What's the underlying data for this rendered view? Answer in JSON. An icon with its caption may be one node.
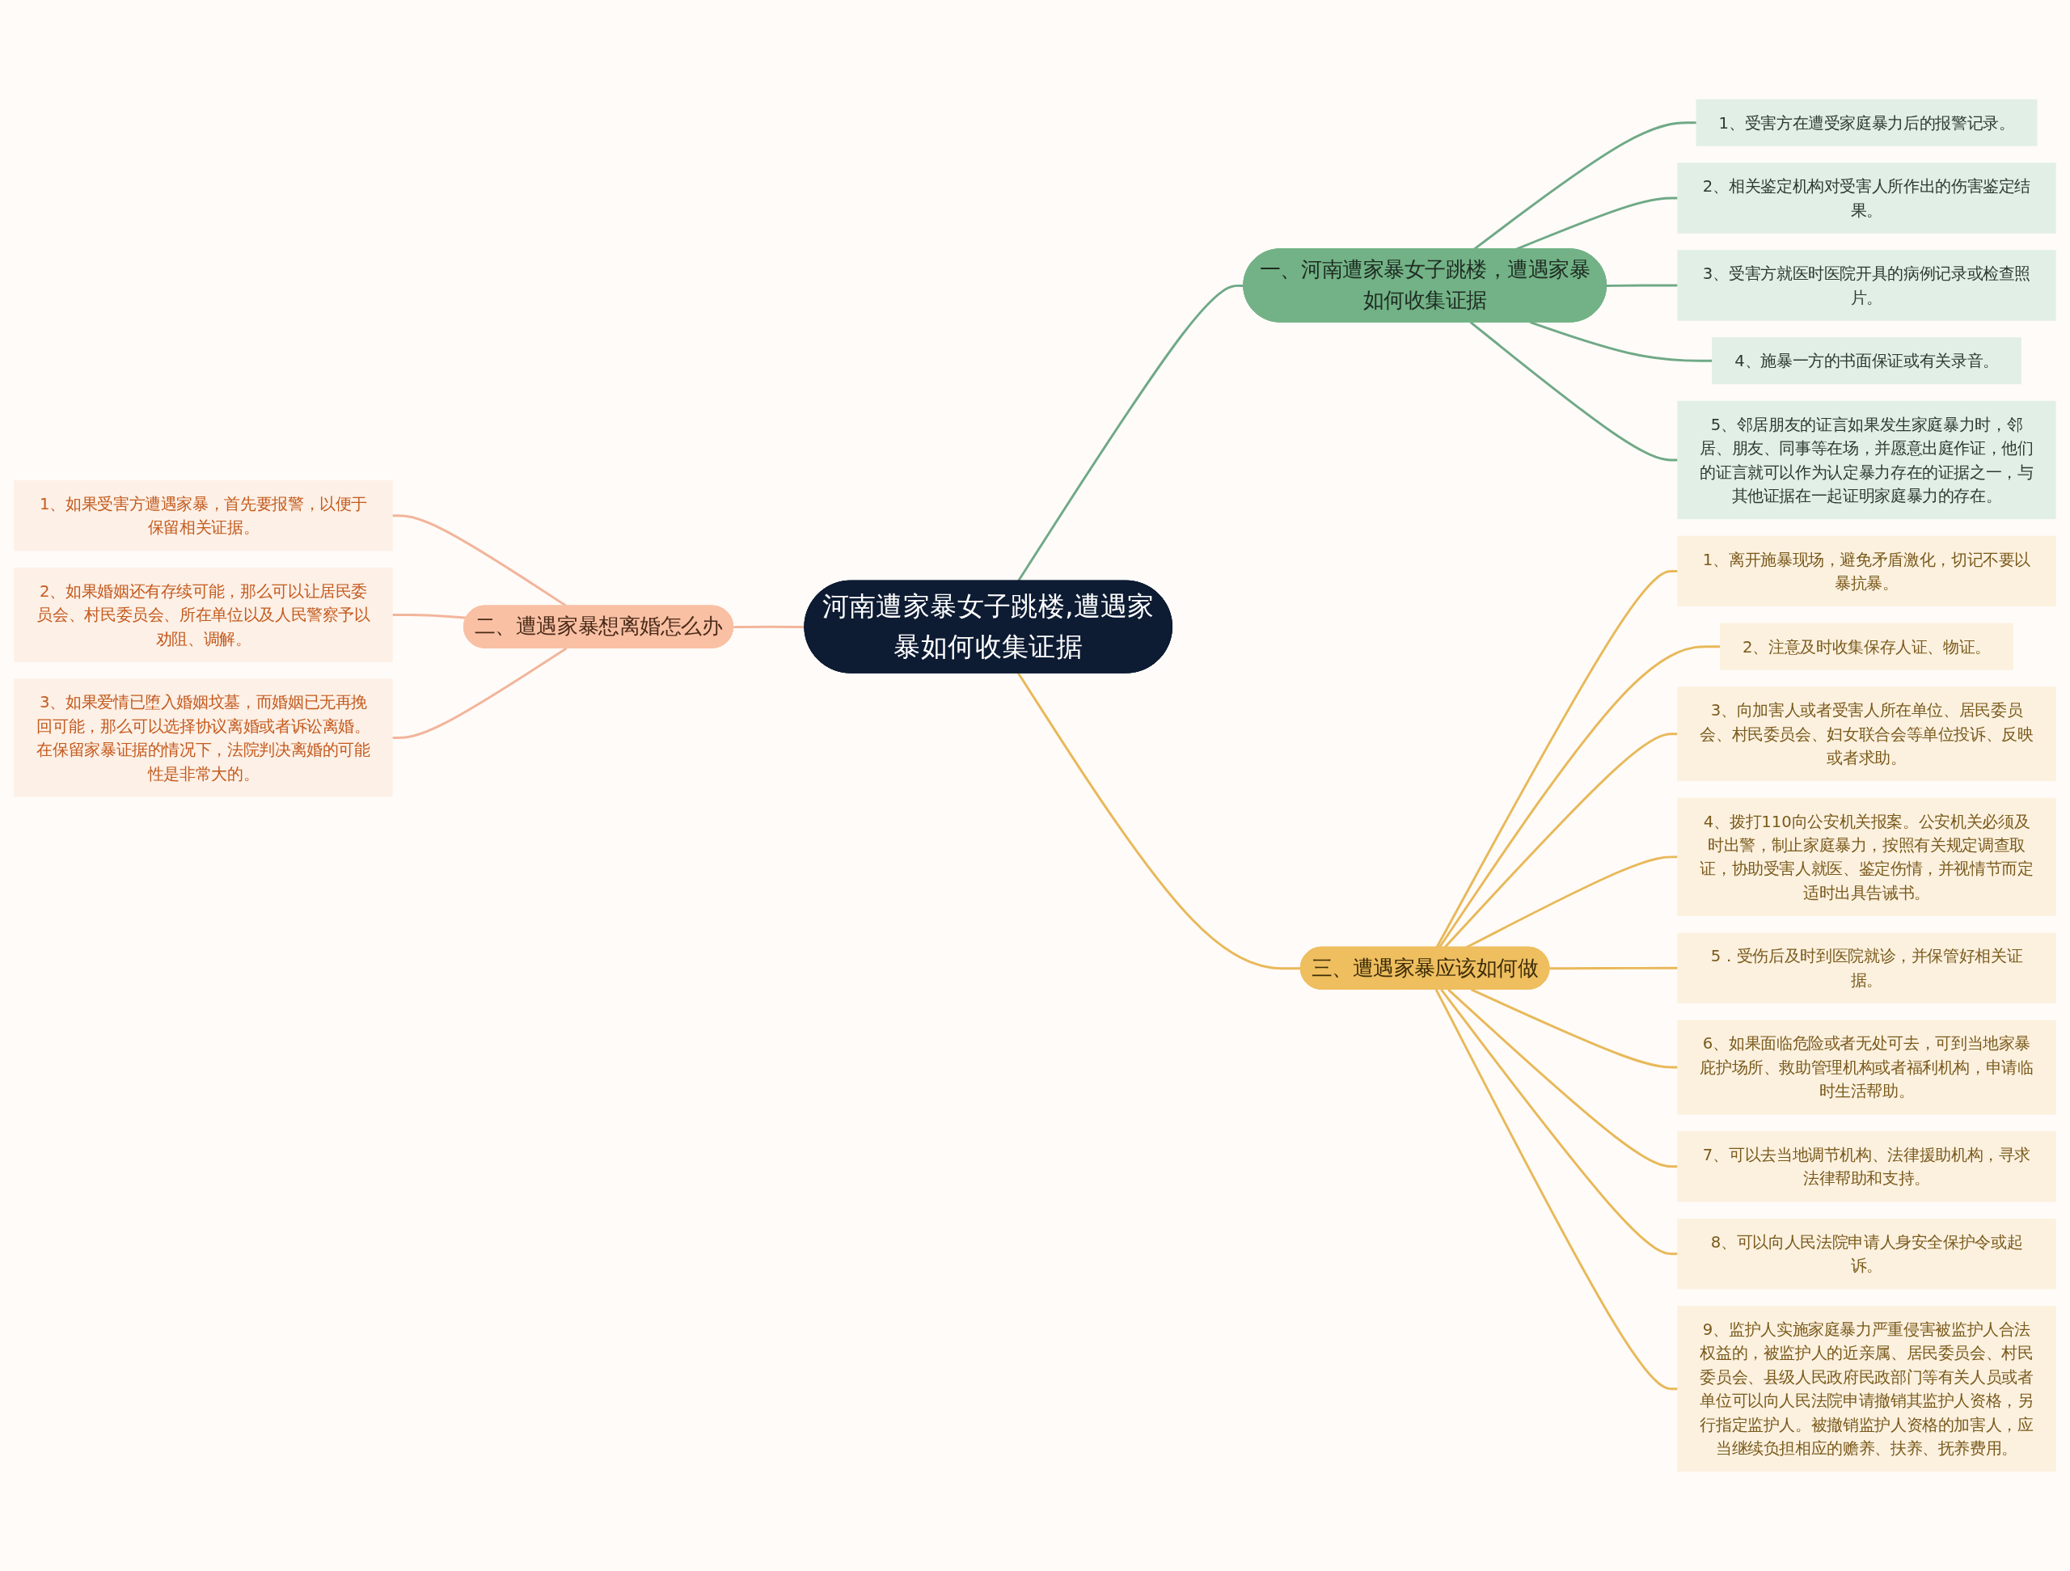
{
  "diagram": {
    "nodes": [
      {
        "text": [
          "河南遭家暴女子跳楼,遭遇家暴如何收集证据"
        ]
      },
      {
        "text": [
          "一、河南遭家暴女子跳楼，遭遇家暴如何收集证据"
        ]
      },
      {
        "text": [
          "1、受害方在遭受家庭暴力后的报警记录。"
        ]
      },
      {
        "text": [
          "2、相关鉴定机构对受害人所作出的伤害鉴定结果。"
        ]
      },
      {
        "text": [
          "3、受害方就医时医院开具的病例记录或检查照片。"
        ]
      },
      {
        "text": [
          "4、施暴一方的书面保证或有关录音。"
        ]
      },
      {
        "text": [
          "5、邻居朋友的证言如果发生家庭暴力时，邻居、朋友、同事等在场，并愿意出庭作证，他们的证言就可以作为认定暴力存在的证据之一，与其他证据在一起证明家庭暴力的存在。"
        ]
      },
      {
        "text": [
          "二、遭遇家暴想离婚怎么办"
        ]
      },
      {
        "text": [
          "1、如果受害方遭遇家暴，首先要报警，以便于保留相关证据。"
        ]
      },
      {
        "text": [
          "2、如果婚姻还有存续可能，那么可以让居民委员会、村民委员会、所在单位以及人民警察予以劝阻、调解。"
        ]
      },
      {
        "text": [
          "3、如果爱情已堕入婚姻坟墓，而婚姻已无再挽回可能，那么可以选择协议离婚或者诉讼离婚。在保留家暴证据的情况下，法院判决离婚的可能性是非常大的。"
        ]
      },
      {
        "text": [
          "三、遭遇家暴应该如何做"
        ]
      },
      {
        "text": [
          "1、离开施暴现场，避免矛盾激化，切记不要以暴抗暴。"
        ]
      },
      {
        "text": [
          "2、注意及时收集保存人证、物证。"
        ]
      },
      {
        "text": [
          "3、向加害人或者受害人所在单位、居民委员会、村民委员会、妇女联合会等单位投诉、反映或者求助。"
        ]
      },
      {
        "text": [
          "4、拨打110向公安机关报案。公安机关必须及时出警，制止家庭暴力，按照有关规定调查取证，协助受害人就医、鉴定伤情，并视情节而定适时出具告诫书。"
        ]
      },
      {
        "text": [
          "5．受伤后及时到医院就诊，并保管好相关证据。"
        ]
      },
      {
        "text": [
          "6、如果面临危险或者无处可去，可到当地家暴庇护场所、救助管理机构或者福利机构，申请临时生活帮助。"
        ]
      },
      {
        "text": [
          "7、可以去当地调节机构、法律援助机构，寻求法律帮助和支持。"
        ]
      },
      {
        "text": [
          "8、可以向人民法院申请人身安全保护令或起诉。"
        ]
      },
      {
        "text": [
          "9、监护人实施家庭暴力严重侵害被监护人合法权益的，被监护人的近亲属、居民委员会、村民委员会、县级人民政府民政部门等有关人员或者单位可以向人民法院申请撤销其监护人资格，另行指定监护人。被撤销监护人资格的加害人，应当继续负担相应的赡养、扶养、抚养费用。"
        ]
      }
    ],
    "edges": [
      {
        "from": 0,
        "to": 1,
        "arrow": "none",
        "color": "#6fa987"
      },
      {
        "from": 1,
        "to": 2,
        "arrow": "none",
        "color": "#6fa987"
      },
      {
        "from": 1,
        "to": 3,
        "arrow": "none",
        "color": "#6fa987"
      },
      {
        "from": 1,
        "to": 4,
        "arrow": "none",
        "color": "#6fa987"
      },
      {
        "from": 1,
        "to": 5,
        "arrow": "none",
        "color": "#6fa987"
      },
      {
        "from": 1,
        "to": 6,
        "arrow": "none",
        "color": "#6fa987"
      },
      {
        "from": 0,
        "to": 7,
        "arrow": "none",
        "color": "#f2b59b"
      },
      {
        "from": 7,
        "to": 8,
        "arrow": "none",
        "color": "#f2b59b"
      },
      {
        "from": 7,
        "to": 9,
        "arrow": "none",
        "color": "#f2b59b"
      },
      {
        "from": 7,
        "to": 10,
        "arrow": "none",
        "color": "#f2b59b"
      },
      {
        "from": 0,
        "to": 11,
        "arrow": "none"
      },
      {
        "from": 11,
        "to": 12,
        "arrow": "none"
      },
      {
        "from": 11,
        "to": 13,
        "arrow": "none"
      },
      {
        "from": 11,
        "to": 14,
        "arrow": "none"
      },
      {
        "from": 11,
        "to": 15,
        "arrow": "none"
      },
      {
        "from": 11,
        "to": 16,
        "arrow": "none"
      },
      {
        "from": 11,
        "to": 17,
        "arrow": "none"
      },
      {
        "from": 11,
        "to": 18,
        "arrow": "none"
      },
      {
        "from": 11,
        "to": 19,
        "arrow": "none"
      },
      {
        "from": 11,
        "to": 20,
        "arrow": "none"
      }
    ]
  }
}
